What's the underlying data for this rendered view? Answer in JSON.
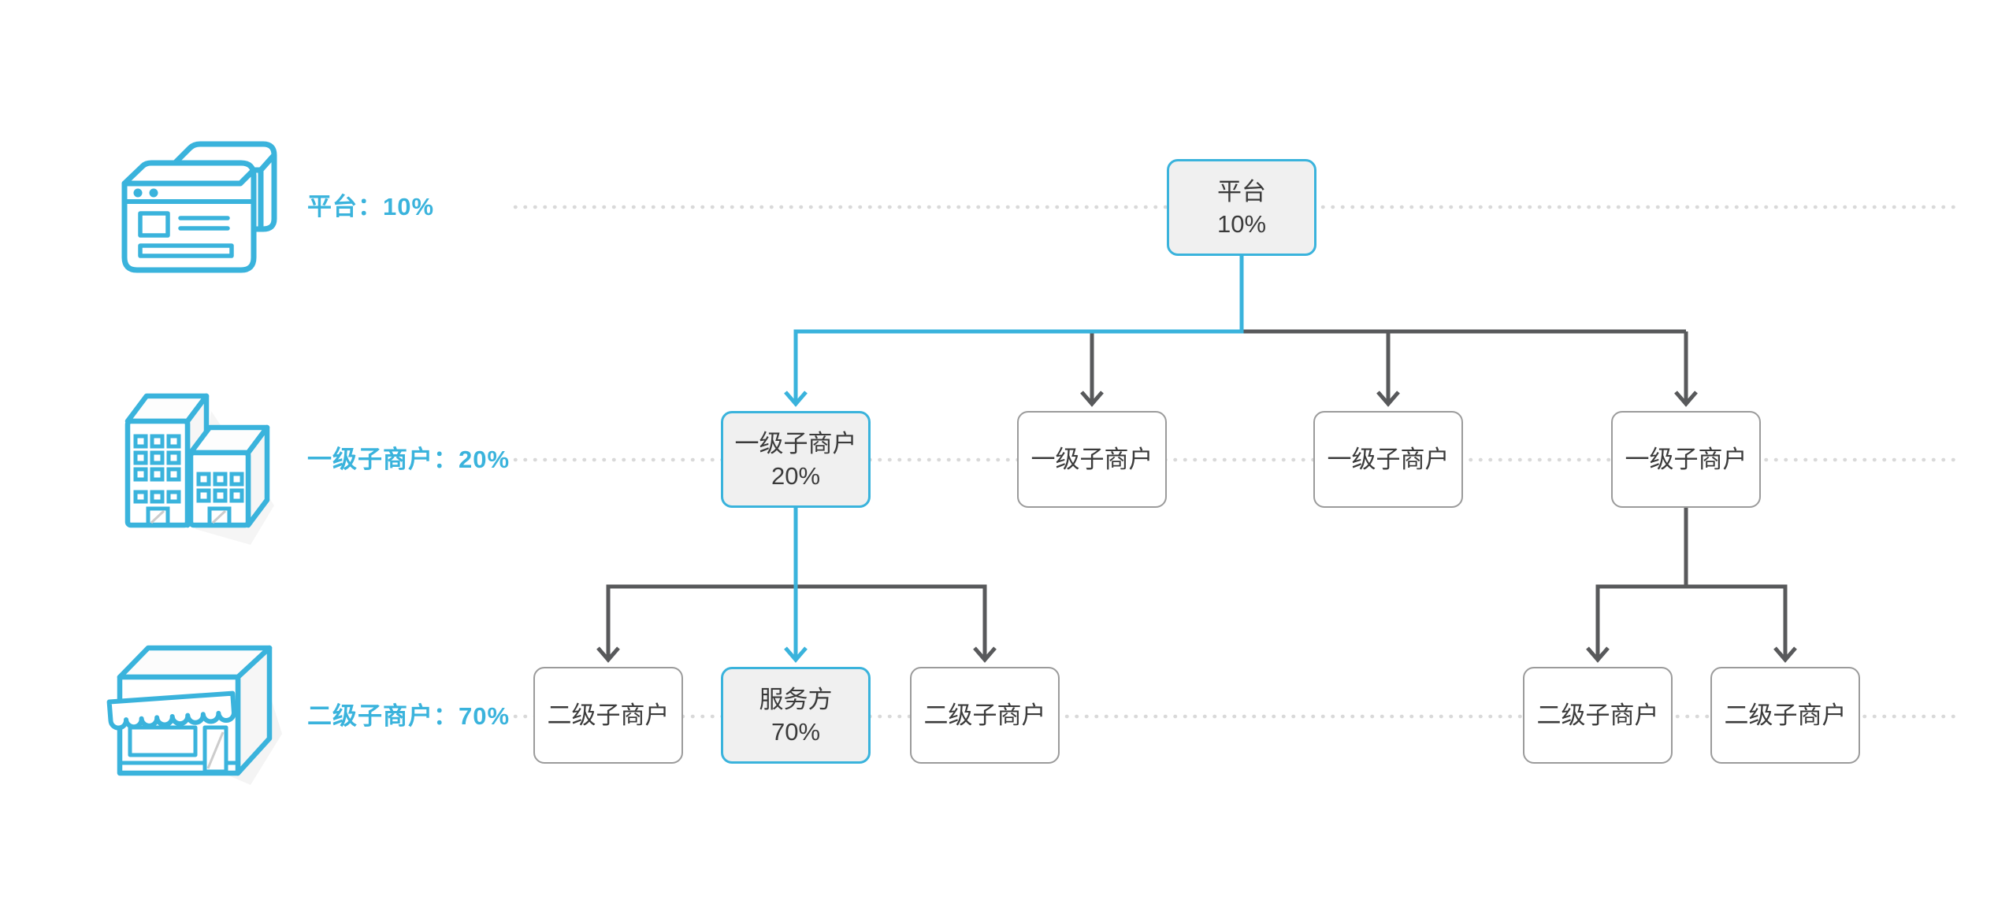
{
  "palette": {
    "accent_cyan": "#3ab3dc",
    "connector_dark": "#58595b",
    "node_border_gray": "#9b9b9b",
    "highlight_fill": "#f0f0f0",
    "node_text": "#3b3b3b",
    "dotted_guide": "#d9d9d9"
  },
  "legend_rows": [
    {
      "id": "platform-row",
      "icon": "browser-windows-icon",
      "label": "平台：10%"
    },
    {
      "id": "level1-row",
      "icon": "buildings-icon",
      "label": "一级子商户：20%"
    },
    {
      "id": "level2-row",
      "icon": "storefront-icon",
      "label": "二级子商户：70%"
    }
  ],
  "nodes": [
    {
      "id": "platform",
      "line1": "平台",
      "line2": "10%",
      "highlighted": true
    },
    {
      "id": "l1-1",
      "line1": "一级子商户",
      "line2": "20%",
      "highlighted": true
    },
    {
      "id": "l1-2",
      "line1": "一级子商户",
      "line2": "",
      "highlighted": false
    },
    {
      "id": "l1-3",
      "line1": "一级子商户",
      "line2": "",
      "highlighted": false
    },
    {
      "id": "l1-4",
      "line1": "一级子商户",
      "line2": "",
      "highlighted": false
    },
    {
      "id": "l2-1",
      "line1": "二级子商户",
      "line2": "",
      "highlighted": false
    },
    {
      "id": "l2-2",
      "line1": "服务方",
      "line2": "70%",
      "highlighted": true
    },
    {
      "id": "l2-3",
      "line1": "二级子商户",
      "line2": "",
      "highlighted": false
    },
    {
      "id": "l2-4",
      "line1": "二级子商户",
      "line2": "",
      "highlighted": false
    },
    {
      "id": "l2-5",
      "line1": "二级子商户",
      "line2": "",
      "highlighted": false
    }
  ],
  "edges": [
    {
      "from": "platform",
      "to": "l1-1",
      "highlighted": true
    },
    {
      "from": "platform",
      "to": "l1-2",
      "highlighted": false
    },
    {
      "from": "platform",
      "to": "l1-3",
      "highlighted": false
    },
    {
      "from": "platform",
      "to": "l1-4",
      "highlighted": false
    },
    {
      "from": "l1-1",
      "to": "l2-1",
      "highlighted": false
    },
    {
      "from": "l1-1",
      "to": "l2-2",
      "highlighted": true
    },
    {
      "from": "l1-1",
      "to": "l2-3",
      "highlighted": false
    },
    {
      "from": "l1-4",
      "to": "l2-4",
      "highlighted": false
    },
    {
      "from": "l1-4",
      "to": "l2-5",
      "highlighted": false
    }
  ]
}
